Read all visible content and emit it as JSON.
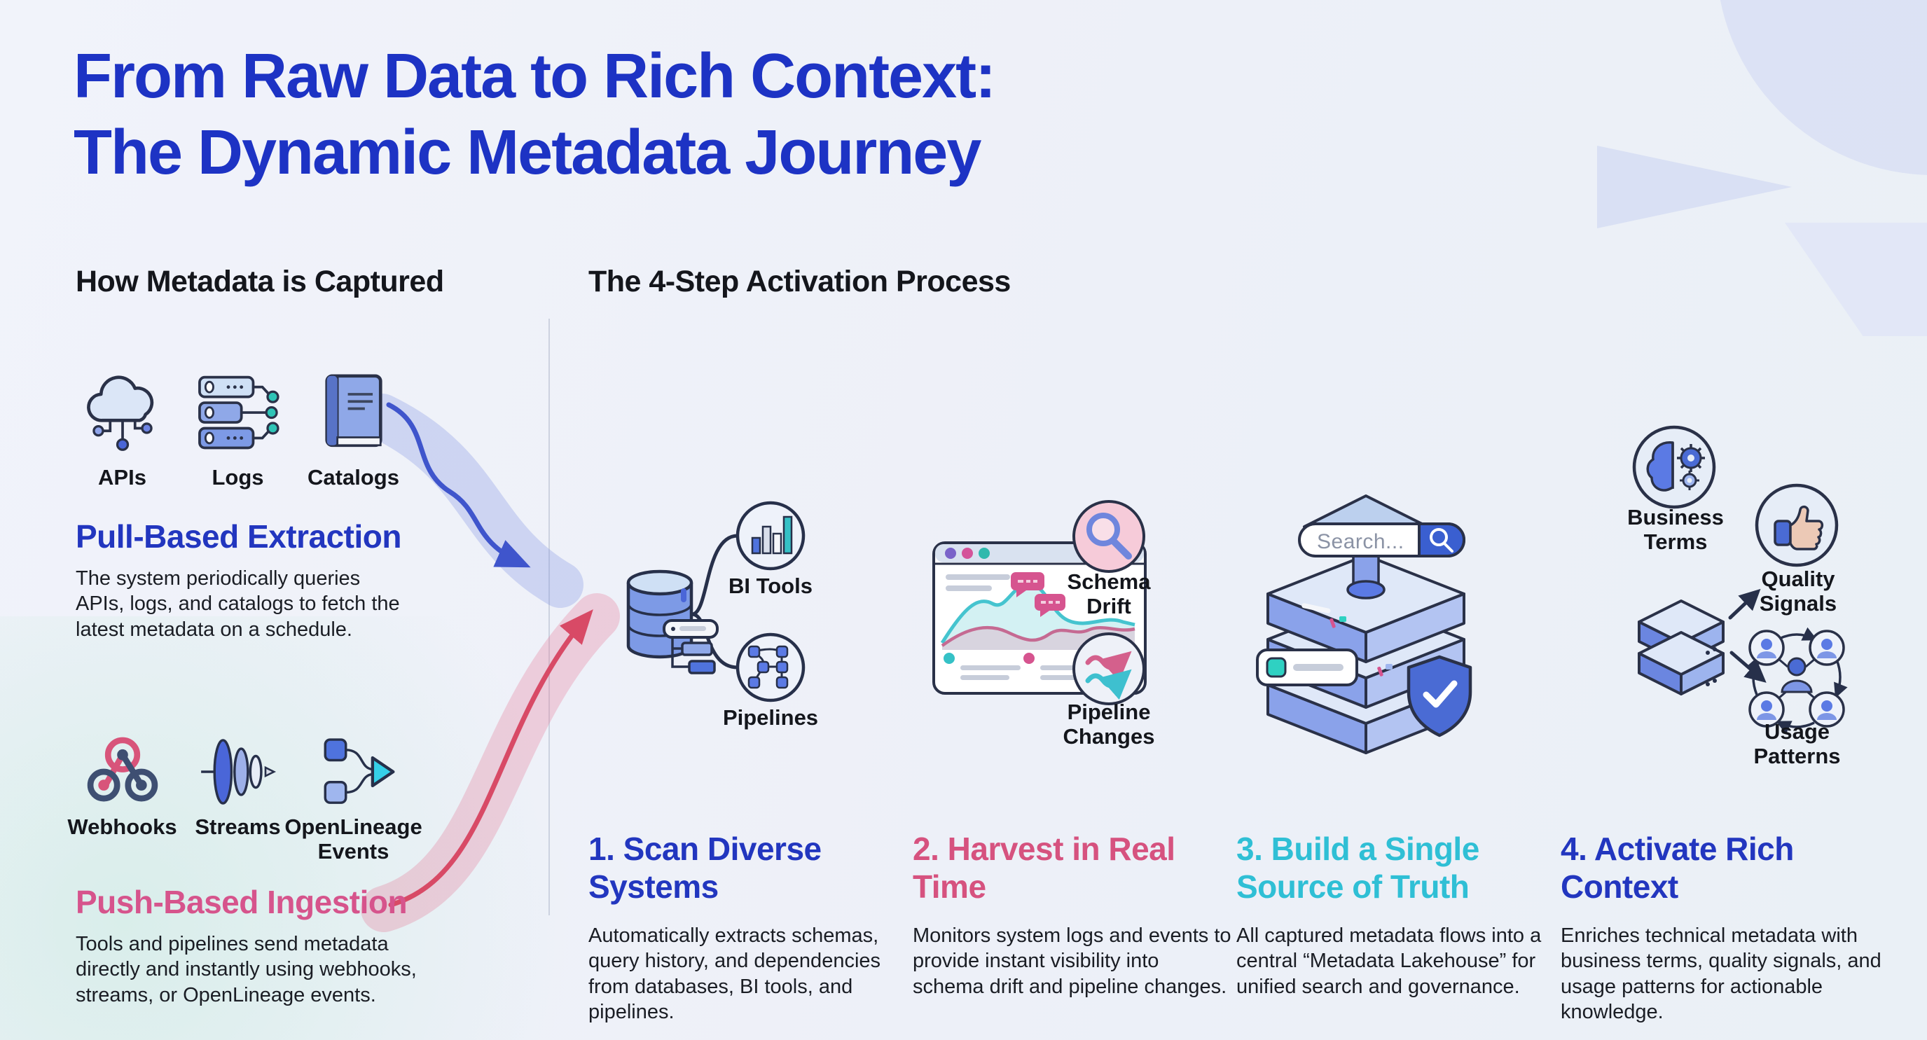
{
  "header": {
    "title_line1": "From Raw Data to Rich Context:",
    "title_line2": "The Dynamic Metadata Journey"
  },
  "capture": {
    "heading": "How Metadata is Captured",
    "pull_sources": [
      {
        "label": "APIs",
        "icon": "cloud-api-icon"
      },
      {
        "label": "Logs",
        "icon": "server-logs-icon"
      },
      {
        "label": "Catalogs",
        "icon": "catalog-book-icon"
      }
    ],
    "pull": {
      "heading": "Pull-Based Extraction",
      "body": "The system periodically queries APIs, logs, and catalogs to fetch the latest metadata on a schedule."
    },
    "push_sources": [
      {
        "label": "Webhooks",
        "icon": "webhook-icon"
      },
      {
        "label": "Streams",
        "icon": "streams-icon"
      },
      {
        "label": "OpenLineage Events",
        "icon": "openlineage-icon"
      }
    ],
    "push": {
      "heading": "Push-Based Ingestion",
      "body": "Tools and pipelines send metadata directly and instantly using webhooks, streams, or OpenLineage events."
    }
  },
  "activation": {
    "heading": "The 4-Step Activation Process",
    "steps": [
      {
        "title": "1. Scan Diverse Systems",
        "accent": "#2236bf",
        "body": "Automatically extracts schemas, query history, and dependencies from databases, BI tools, and pipelines.",
        "callouts": [
          "BI Tools",
          "Pipelines"
        ],
        "icons": [
          "database-icon",
          "bi-tools-icon",
          "pipelines-icon"
        ]
      },
      {
        "title": "2. Harvest in Real Time",
        "accent": "#d6527f",
        "body": "Monitors system logs and events to provide instant visibility into schema drift and pipeline changes.",
        "callouts": [
          "Schema Drift",
          "Pipeline Changes"
        ],
        "icons": [
          "monitor-window-icon",
          "magnifier-icon",
          "change-arrows-icon"
        ]
      },
      {
        "title": "3. Build a Single Source of Truth",
        "accent": "#2fbfd5",
        "body": "All captured metadata flows into a central “Metadata Lakehouse” for unified search and governance.",
        "search_text": "Search...",
        "callouts": [],
        "icons": [
          "search-bar-icon",
          "lakehouse-stack-icon",
          "shield-check-icon"
        ]
      },
      {
        "title": "4. Activate Rich Context",
        "accent": "#2236bf",
        "body": "Enriches technical metadata with business terms, quality signals, and usage patterns for actionable knowledge.",
        "callouts": [
          "Business Terms",
          "Quality Signals",
          "Usage Patterns"
        ],
        "icons": [
          "brain-gears-icon",
          "thumbs-up-icon",
          "server-stack-icon",
          "people-network-icon"
        ]
      }
    ]
  },
  "colors": {
    "title_blue": "#1d33c4",
    "pull_accent": "#2236bf",
    "push_accent": "#d6548c",
    "teal_accent": "#2fbfd5",
    "body_text": "#1a1d24",
    "background": "#eef1f8",
    "flow_blue": "#3f55cc",
    "flow_red": "#d84a66"
  }
}
